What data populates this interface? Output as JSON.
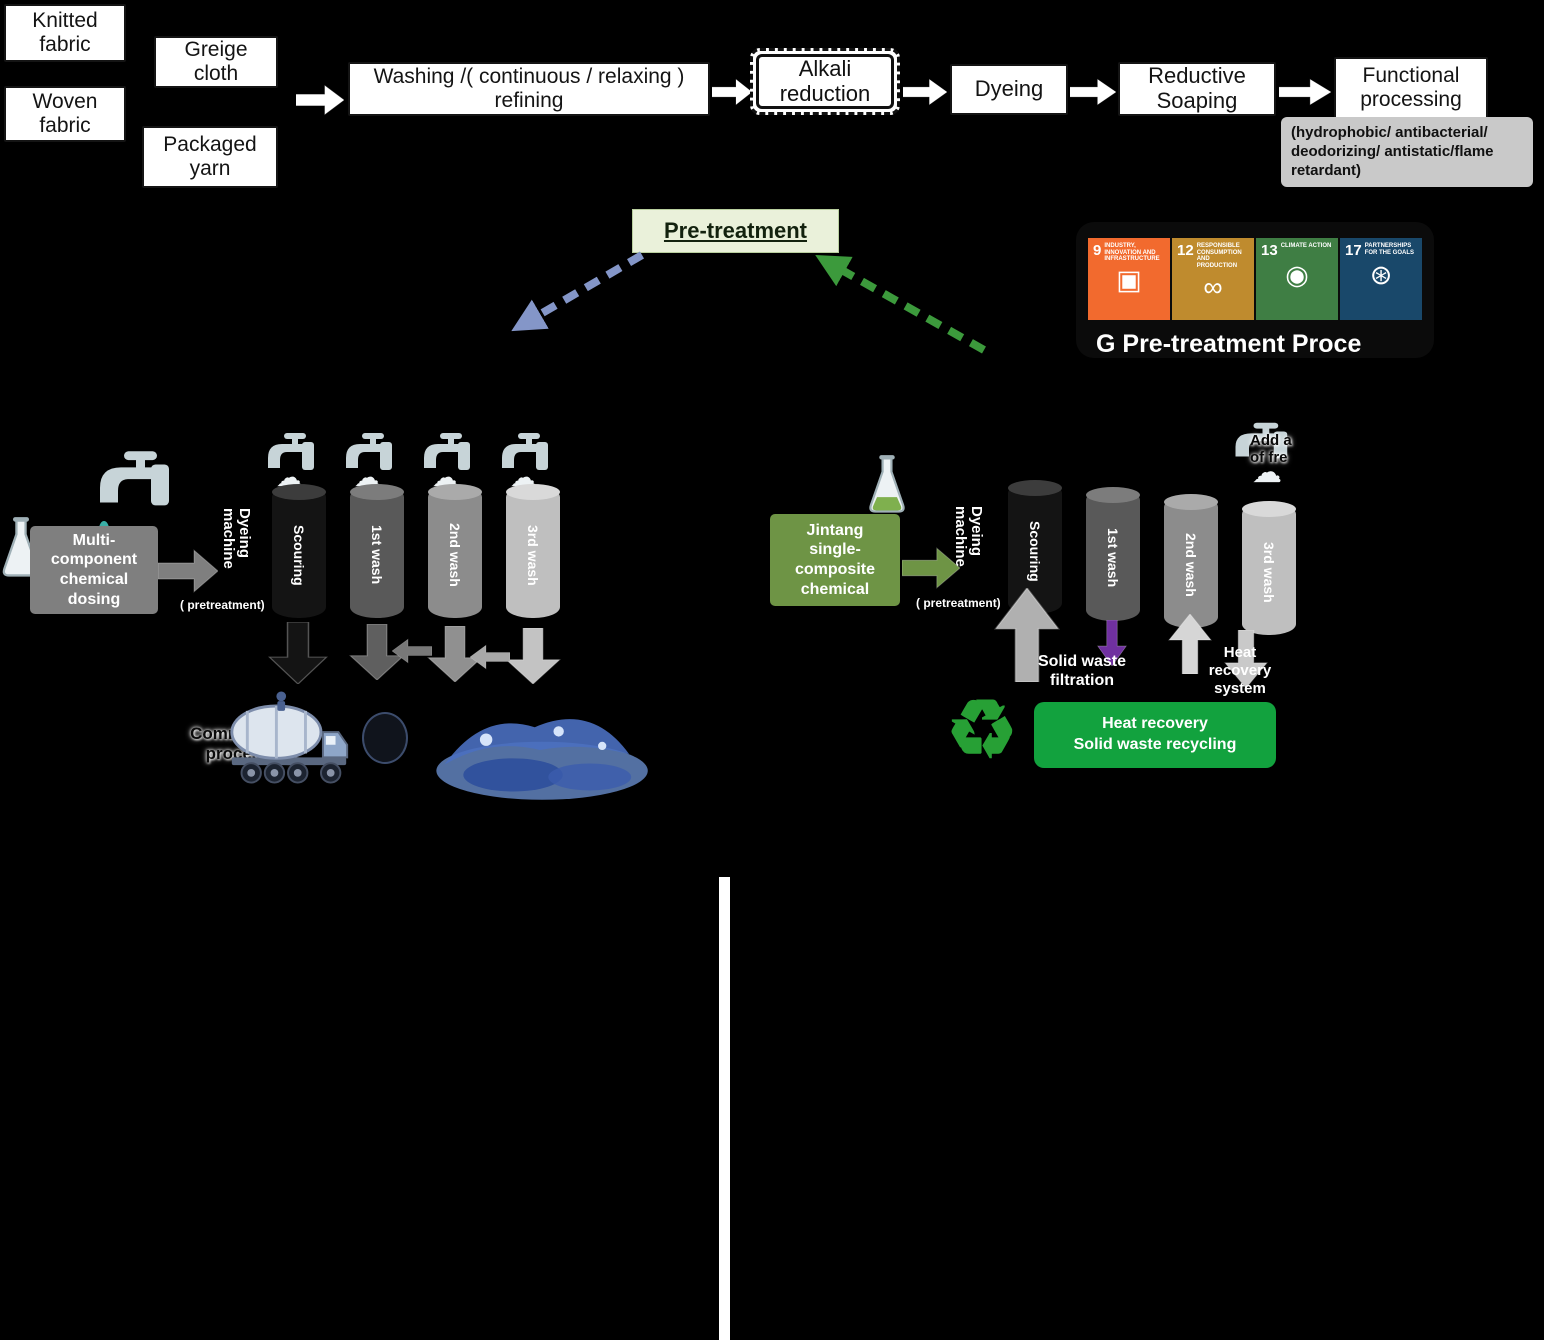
{
  "colors": {
    "background": "#000000",
    "flow_box_bg": "#ffffff",
    "pretreatment_bg": "#eaf1da",
    "chemical_gray": "#7f7f7f",
    "jintang_green": "#6e9445",
    "banner_green": "#12a23e",
    "dashed_arrow_blue": "#8496c8",
    "dashed_arrow_green": "#3c9a3c",
    "purple_arrow": "#7030a0"
  },
  "icons": {
    "cloud": "☁",
    "recycle": "♻"
  },
  "top_flow": {
    "inputs": [
      {
        "label": "Knitted fabric"
      },
      {
        "label": "Woven fabric"
      },
      {
        "label": "Greige cloth"
      },
      {
        "label": "Packaged yarn"
      }
    ],
    "washing": "Washing /( continuous / relaxing ) refining",
    "alkali": "Alkali reduction",
    "dyeing": "Dyeing",
    "reductive_soaping": "Reductive Soaping",
    "functional": "Functional processing",
    "functional_note": "(hydrophobic/ antibacterial/ deodorizing/ antistatic/flame retardant)"
  },
  "pretreatment_label": "Pre-treatment",
  "sdg": {
    "caption": "G Pre-treatment Proce",
    "goals": [
      {
        "number": "9",
        "title": "INDUSTRY, INNOVATION AND INFRASTRUCTURE",
        "color": "#f26a2e",
        "glyph": "▣"
      },
      {
        "number": "12",
        "title": "RESPONSIBLE CONSUMPTION AND PRODUCTION",
        "color": "#bf8b2e",
        "glyph": "∞"
      },
      {
        "number": "13",
        "title": "CLIMATE ACTION",
        "color": "#3f7e44",
        "glyph": "◉"
      },
      {
        "number": "17",
        "title": "PARTNERSHIPS FOR THE GOALS",
        "color": "#19486a",
        "glyph": "⊛"
      }
    ]
  },
  "left_process": {
    "chemical_box": "Multi-\ncomponent\nchemical\ndosing",
    "machine_label": "Dyeing machine",
    "machine_note": "( pretreatment)",
    "tanks": [
      "Scouring",
      "1st wash",
      "2nd wash",
      "3rd wash"
    ],
    "commissioned": "Commissioned\nprocessing"
  },
  "right_process": {
    "chemical_box": "Jintang\nsingle-\ncomposite\nchemical",
    "machine_label": "Dyeing machine",
    "machine_note": "( pretreatment)",
    "tanks": [
      "Scouring",
      "1st wash",
      "2nd wash",
      "3rd wash"
    ],
    "fresh_water_note": "Add a\nof fre",
    "solid_waste_label": "Solid waste\nfiltration",
    "heat_recovery_label": "Heat\nrecovery\nsystem",
    "recycle_banner": "Heat recovery\nSolid waste recycling"
  }
}
